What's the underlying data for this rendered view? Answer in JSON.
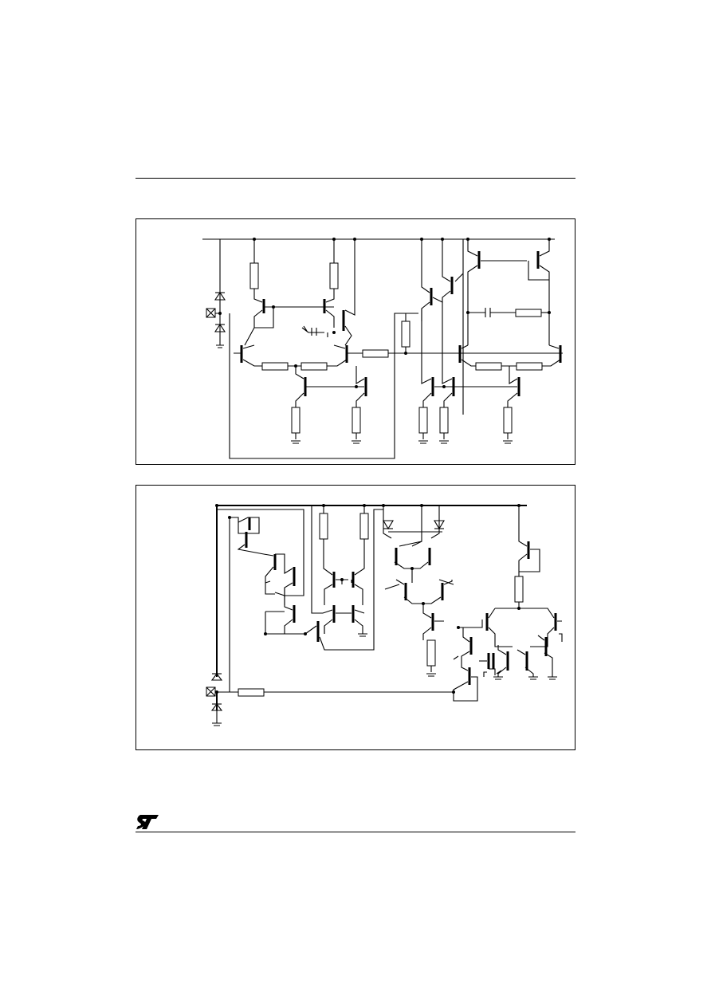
{
  "header": {
    "rule": "top-rule"
  },
  "figures": [
    {
      "id": "schematic-1"
    },
    {
      "id": "schematic-2"
    }
  ],
  "footer": {
    "logo_icon": "st-logo-icon"
  }
}
